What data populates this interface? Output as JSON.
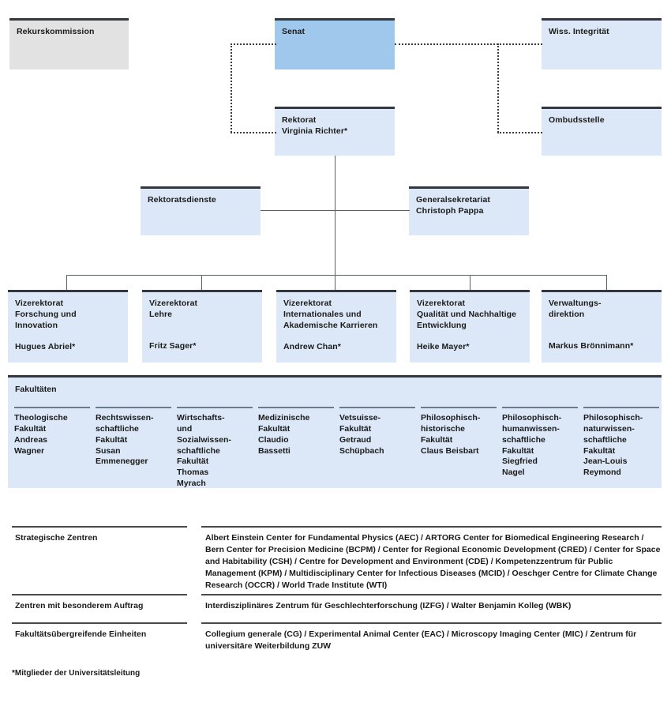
{
  "org_chart": {
    "top_level": {
      "rekurskommission": {
        "title": "Rekurskommission"
      },
      "senat": {
        "title": "Senat"
      },
      "wiss_integritaet": {
        "title": "Wiss. Integrität"
      },
      "rektorat": {
        "title": "Rektorat",
        "person": "Virginia Richter*"
      },
      "ombudsstelle": {
        "title": "Ombudsstelle"
      }
    },
    "staff_units": [
      {
        "title": "Rektoratsdienste",
        "person": ""
      },
      {
        "title": "Generalsekretariat",
        "person": "Christoph Pappa"
      }
    ],
    "vizerektorate": [
      {
        "title": "Vizerektorat\nForschung und\nInnovation",
        "person": "Hugues Abriel*"
      },
      {
        "title": "Vizerektorat\nLehre",
        "person": "Fritz Sager*"
      },
      {
        "title": "Vizerektorat\nInternationales und\nAkademische Karrieren",
        "person": "Andrew Chan*"
      },
      {
        "title": "Vizerektorat\nQualität und Nachhaltige\nEntwicklung",
        "person": "Heike Mayer*"
      },
      {
        "title": "Verwaltungs-\ndirektion",
        "person": "Markus Brönnimann*"
      }
    ],
    "faculties": {
      "heading": "Fakultäten",
      "items": [
        {
          "text": "Theologische\nFakultät\nAndreas\nWagner"
        },
        {
          "text": "Rechtswissen-\nschaftliche\nFakultät\nSusan\nEmmenegger"
        },
        {
          "text": "Wirtschafts-\nund\nSozialwissen-\nschaftliche\nFakultät\nThomas\nMyrach"
        },
        {
          "text": "Medizinische\nFakultät\nClaudio\nBassetti"
        },
        {
          "text": "Vetsuisse-\nFakultät\nGetraud\nSchüpbach"
        },
        {
          "text": "Philosophisch-\nhistorische\nFakultät\nClaus Beisbart"
        },
        {
          "text": "Philosophisch-\nhumanwissen-\nschaftliche\nFakultät\nSiegfried\nNagel"
        },
        {
          "text": "Philosophisch-\nnaturwissen-\nschaftliche\nFakultät\nJean-Louis\nReymond"
        }
      ]
    },
    "centres": [
      {
        "label": "Strategische Zentren",
        "value": "Albert Einstein Center for Fundamental Physics (AEC) / ARTORG Center for Biomedical Engineering Research / Bern Center for Precision Medicine (BCPM) / Center for Regional Economic Development (CRED) / Center for Space and Habitability (CSH) / Centre for Development and Environment (CDE) / Kompetenzzentrum für Public Management (KPM) / Multidisciplinary Center for Infectious Diseases (MCID) / Oeschger Centre for Climate Change Research (OCCR) / World Trade Institute (WTI)"
      },
      {
        "label": "Zentren mit besonderem Auftrag",
        "value": "Interdisziplinäres Zentrum für Geschlechterforschung (IZFG) / Walter Benjamin Kolleg (WBK)"
      },
      {
        "label": "Fakultätsübergreifende Einheiten",
        "value": "Collegium generale (CG) / Experimental Animal Center (EAC) / Microscopy Imaging Center (MIC) / Zentrum für universitäre Weiterbildung ZUW"
      }
    ],
    "footnote": "*Mitglieder der Universitätsleitung",
    "colors": {
      "senat_fill": "#9fc8ec",
      "box_fill": "#dce8f7",
      "grey_fill": "#e2e2e2",
      "rule_dark": "#333740",
      "connector": "#5a5f66"
    }
  }
}
